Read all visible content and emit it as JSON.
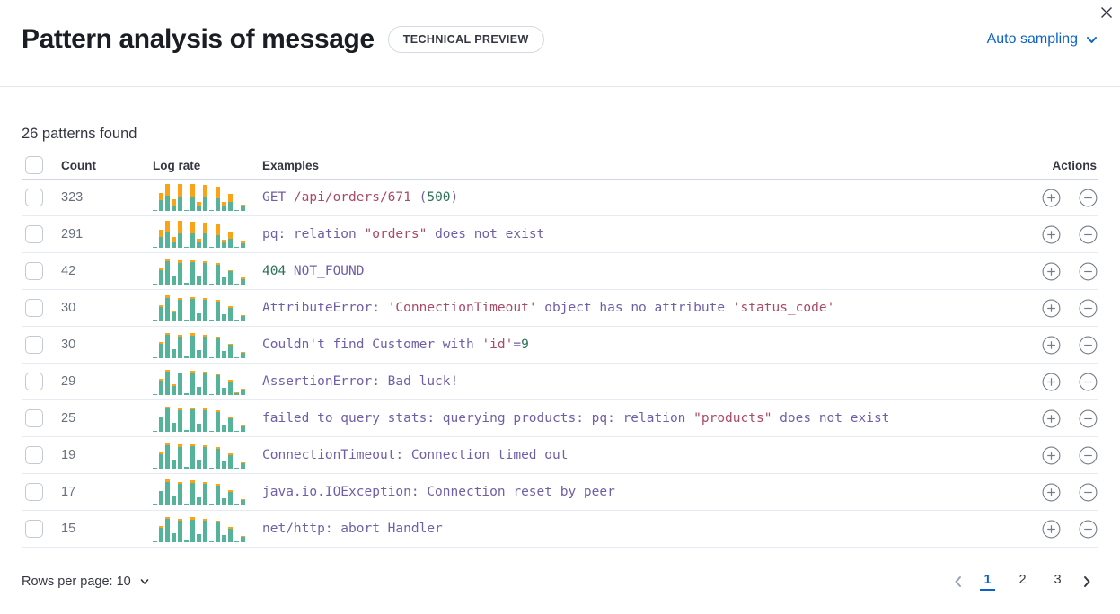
{
  "header": {
    "title": "Pattern analysis of message",
    "badge": "TECHNICAL PREVIEW",
    "sampling": {
      "label": "Auto sampling"
    }
  },
  "summary": {
    "text": "26 patterns found"
  },
  "table": {
    "headers": {
      "count": "Count",
      "log_rate": "Log rate",
      "examples": "Examples",
      "actions": "Actions"
    },
    "rows": [
      {
        "count": "323",
        "sparkline": {
          "teal": [
            1,
            12,
            17,
            6,
            16,
            1,
            16,
            6,
            16,
            1,
            14,
            6,
            10,
            1,
            5
          ],
          "orange": [
            0,
            8,
            13,
            7,
            14,
            0,
            14,
            4,
            13,
            0,
            13,
            4,
            9,
            0,
            2
          ]
        },
        "example": [
          {
            "t": "GET ",
            "c": "p"
          },
          {
            "t": "/api/orders/671",
            "c": "r"
          },
          {
            "t": " (",
            "c": "p"
          },
          {
            "t": "500",
            "c": "g"
          },
          {
            "t": ")",
            "c": "p"
          }
        ]
      },
      {
        "count": "291",
        "sparkline": {
          "teal": [
            1,
            12,
            17,
            6,
            16,
            1,
            16,
            6,
            16,
            1,
            14,
            6,
            10,
            1,
            5
          ],
          "orange": [
            0,
            8,
            13,
            6,
            14,
            0,
            13,
            4,
            12,
            0,
            12,
            3,
            8,
            0,
            2
          ]
        },
        "example": [
          {
            "t": "pq: relation ",
            "c": "p"
          },
          {
            "t": "\"orders\"",
            "c": "r"
          },
          {
            "t": " does not exist",
            "c": "p"
          }
        ]
      },
      {
        "count": "42",
        "sparkline": {
          "teal": [
            1,
            16,
            26,
            10,
            24,
            2,
            25,
            9,
            24,
            1,
            22,
            8,
            15,
            1,
            6
          ],
          "orange": [
            0,
            2,
            2,
            0,
            3,
            0,
            2,
            0,
            2,
            0,
            2,
            0,
            1,
            0,
            2
          ]
        },
        "example": [
          {
            "t": "404",
            "c": "g"
          },
          {
            "t": " NOT_FOUND",
            "c": "p"
          }
        ]
      },
      {
        "count": "30",
        "sparkline": {
          "teal": [
            1,
            16,
            26,
            10,
            24,
            2,
            25,
            9,
            24,
            1,
            22,
            8,
            15,
            1,
            6
          ],
          "orange": [
            0,
            2,
            3,
            2,
            2,
            0,
            2,
            0,
            2,
            0,
            2,
            0,
            2,
            0,
            1
          ]
        },
        "example": [
          {
            "t": "AttributeError: ",
            "c": "p"
          },
          {
            "t": "'ConnectionTimeout'",
            "c": "r"
          },
          {
            "t": " object has no attribute ",
            "c": "p"
          },
          {
            "t": "'status_code'",
            "c": "r"
          }
        ]
      },
      {
        "count": "30",
        "sparkline": {
          "teal": [
            1,
            16,
            26,
            10,
            24,
            2,
            25,
            9,
            24,
            1,
            22,
            8,
            15,
            1,
            6
          ],
          "orange": [
            0,
            2,
            2,
            0,
            2,
            0,
            3,
            0,
            2,
            0,
            2,
            0,
            1,
            0,
            1
          ]
        },
        "example": [
          {
            "t": "Couldn't find Customer with ",
            "c": "p"
          },
          {
            "t": "'id'",
            "c": "r"
          },
          {
            "t": "=",
            "c": "p"
          },
          {
            "t": "9",
            "c": "g"
          }
        ]
      },
      {
        "count": "29",
        "sparkline": {
          "teal": [
            1,
            16,
            26,
            10,
            24,
            2,
            25,
            9,
            24,
            1,
            22,
            8,
            15,
            2,
            6
          ],
          "orange": [
            0,
            2,
            2,
            2,
            0,
            0,
            2,
            0,
            2,
            0,
            1,
            0,
            2,
            1,
            1
          ]
        },
        "example": [
          {
            "t": "AssertionError: Bad luck!",
            "c": "p"
          }
        ]
      },
      {
        "count": "25",
        "sparkline": {
          "teal": [
            1,
            16,
            26,
            10,
            24,
            2,
            25,
            9,
            24,
            1,
            22,
            8,
            15,
            1,
            6
          ],
          "orange": [
            0,
            0,
            2,
            0,
            3,
            0,
            2,
            0,
            2,
            0,
            2,
            0,
            2,
            0,
            1
          ]
        },
        "example": [
          {
            "t": "failed to query stats: querying products: pq: relation ",
            "c": "p"
          },
          {
            "t": "\"products\"",
            "c": "r"
          },
          {
            "t": " does not exist",
            "c": "p"
          }
        ]
      },
      {
        "count": "19",
        "sparkline": {
          "teal": [
            1,
            16,
            26,
            10,
            24,
            2,
            25,
            9,
            24,
            1,
            22,
            8,
            15,
            1,
            6
          ],
          "orange": [
            0,
            2,
            2,
            0,
            3,
            0,
            2,
            0,
            2,
            0,
            2,
            0,
            2,
            0,
            1
          ]
        },
        "example": [
          {
            "t": "ConnectionTimeout: Connection timed out",
            "c": "p"
          }
        ]
      },
      {
        "count": "17",
        "sparkline": {
          "teal": [
            1,
            16,
            26,
            10,
            24,
            2,
            25,
            9,
            24,
            1,
            22,
            8,
            15,
            1,
            6
          ],
          "orange": [
            0,
            0,
            3,
            0,
            2,
            0,
            3,
            0,
            2,
            0,
            2,
            0,
            2,
            0,
            1
          ]
        },
        "example": [
          {
            "t": "java.io.IOException: Connection reset by peer",
            "c": "p"
          }
        ]
      },
      {
        "count": "15",
        "sparkline": {
          "teal": [
            1,
            16,
            26,
            10,
            24,
            2,
            25,
            9,
            24,
            1,
            22,
            8,
            15,
            1,
            6
          ],
          "orange": [
            0,
            2,
            2,
            0,
            2,
            0,
            3,
            0,
            2,
            0,
            2,
            0,
            2,
            0,
            1
          ]
        },
        "example": [
          {
            "t": "net/http: abort Handler",
            "c": "p"
          }
        ]
      }
    ]
  },
  "footer": {
    "rows_per_page": "Rows per page: 10",
    "pagination": {
      "pages": [
        "1",
        "2",
        "3"
      ],
      "active_page": "1"
    }
  },
  "icons": {
    "close": "cross",
    "sampling_chevron": "chevron-down",
    "rows_chevron": "chevron-down",
    "prev": "chevron-left",
    "next": "chevron-right",
    "add": "plus-in-circle",
    "remove": "minus-in-circle"
  },
  "colors": {
    "link_blue": "#0d63c5",
    "spark_teal": "#54b399",
    "spark_orange": "#fba317",
    "tokens": {
      "p": "#6f5fa7",
      "r": "#a94a68",
      "g": "#2d7159"
    }
  }
}
